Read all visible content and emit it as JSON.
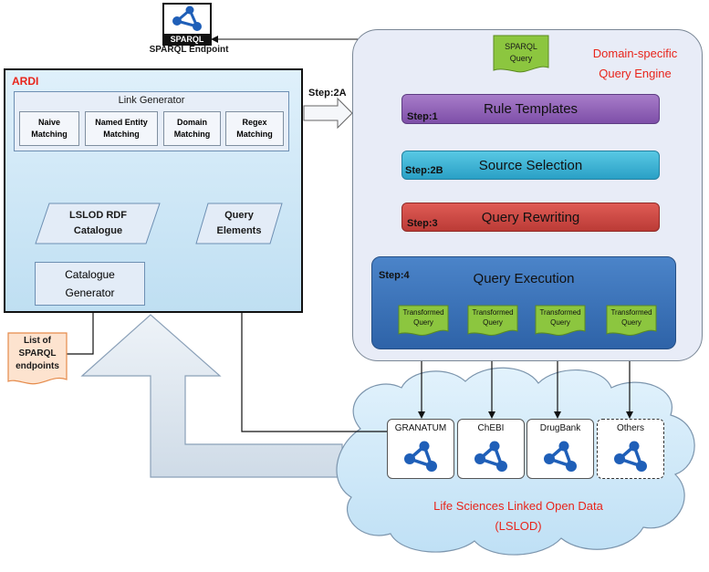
{
  "sparql_endpoint": {
    "logo_text": "SPARQL",
    "label": "SPARQL Endpoint"
  },
  "ardi": {
    "title": "ARDI",
    "link_generator": {
      "title": "Link Generator",
      "methods": [
        "Naive Matching",
        "Named Entity Matching",
        "Domain Matching",
        "Regex Matching"
      ]
    },
    "lslod_catalogue": [
      "LSLOD RDF",
      "Catalogue"
    ],
    "query_elements": [
      "Query",
      "Elements"
    ],
    "catalogue_generator": [
      "Catalogue",
      "Generator"
    ]
  },
  "endpoints_list": [
    "List of",
    "SPARQL",
    "endpoints"
  ],
  "step_2a": "Step:2A",
  "query_engine": {
    "title": [
      "Domain-specific",
      "Query Engine"
    ],
    "sparql_query": [
      "SPARQL",
      "Query"
    ],
    "steps": {
      "s1": "Step:1",
      "s2b": "Step:2B",
      "s3": "Step:3",
      "s4": "Step:4"
    },
    "bars": {
      "rule_templates": "Rule Templates",
      "source_selection": "Source Selection",
      "query_rewriting": "Query Rewriting",
      "query_execution": "Query Execution"
    },
    "transformed_query": [
      "Transformed",
      "Query"
    ]
  },
  "lslod": {
    "sources": [
      "GRANATUM",
      "ChEBI",
      "DrugBank",
      "Others"
    ],
    "title": [
      "Life Sciences Linked Open Data",
      "(LSLOD)"
    ]
  },
  "colors": {
    "red_text": "#e8251b",
    "rule_templates": "#9a6cc0",
    "source_selection": "#3fb3d6",
    "query_rewriting": "#cf4a45",
    "query_execution": "#3d74bb",
    "doc_green": "#8cc63f",
    "cloud": "#cfe8f8"
  }
}
